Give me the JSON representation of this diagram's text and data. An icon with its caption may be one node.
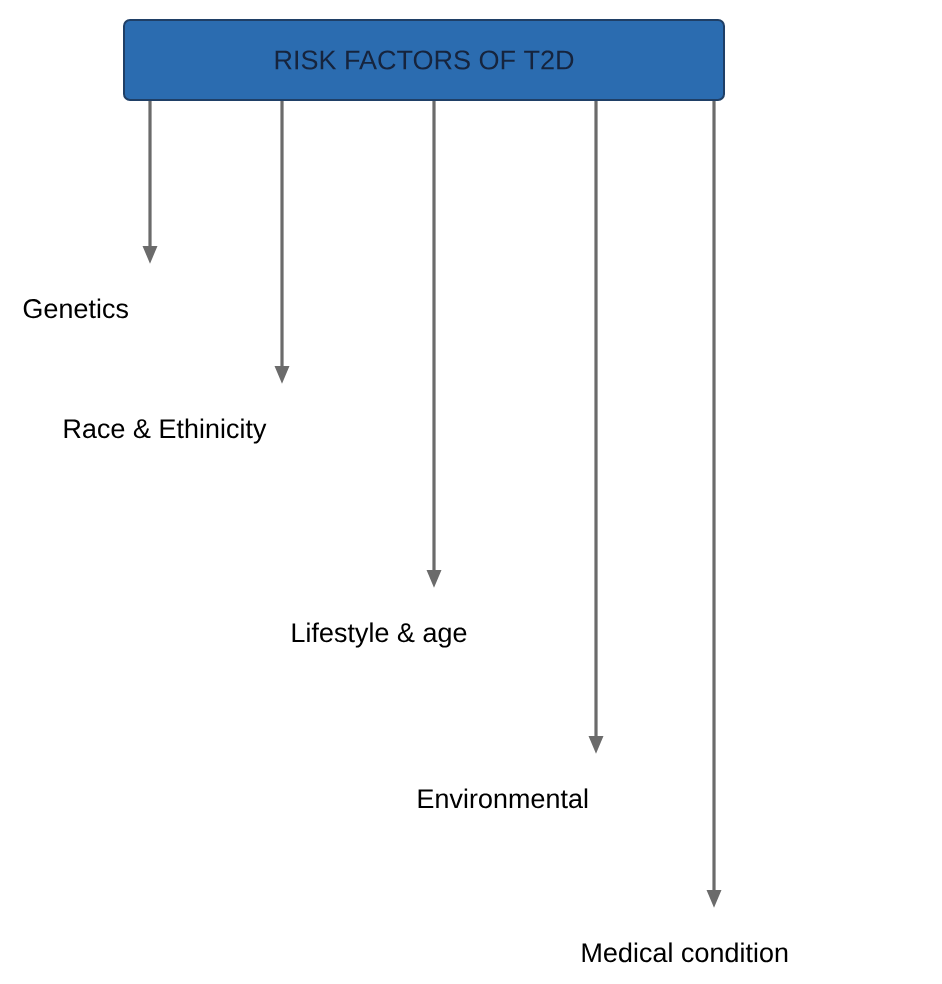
{
  "diagram": {
    "nodes": [
      {
        "text": [
          "RISK FACTORS OF T2D"
        ]
      },
      {
        "text": [
          "Genetics"
        ]
      },
      {
        "text": [
          "Race & Ethinicity"
        ]
      },
      {
        "text": [
          "Lifestyle & age"
        ]
      },
      {
        "text": [
          "Environmental"
        ]
      },
      {
        "text": [
          "Medical condition"
        ]
      }
    ],
    "edges": [
      {
        "from": 0,
        "to": 1,
        "arrow": "to"
      },
      {
        "from": 0,
        "to": 2,
        "arrow": "to"
      },
      {
        "from": 0,
        "to": 3,
        "arrow": "to"
      },
      {
        "from": 0,
        "to": 4,
        "arrow": "to"
      },
      {
        "from": 0,
        "to": 5,
        "arrow": "to"
      }
    ]
  }
}
